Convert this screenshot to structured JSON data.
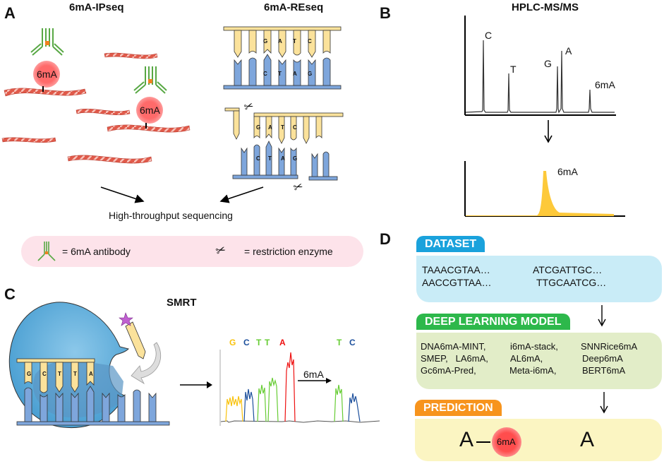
{
  "panels": {
    "A": {
      "letter": "A",
      "ipseq_title": "6mA-IPseq",
      "reseq_title": "6mA-REseq",
      "mark_label": "6mA",
      "reseq_top_bases": [
        "G",
        "A",
        "T",
        "C"
      ],
      "reseq_bottom_bases": [
        "C",
        "T",
        "A",
        "G"
      ],
      "sequencing_label": "High-throughput sequencing",
      "legend": {
        "antibody_label": "= 6mA antibody",
        "enzyme_label": "= restriction enzyme"
      }
    },
    "B": {
      "letter": "B",
      "title": "HPLC-MS/MS",
      "peaks": [
        "C",
        "T",
        "G",
        "A",
        "6mA"
      ],
      "result_peak_label": "6mA"
    },
    "C": {
      "letter": "C",
      "title": "SMRT",
      "template_bases": [
        "G",
        "C",
        "T",
        "T",
        "A"
      ],
      "trace_labels": [
        "G",
        "C",
        "T",
        "T",
        "A",
        "T",
        "C"
      ],
      "arrow_label": "6mA"
    },
    "D": {
      "letter": "D",
      "dataset": {
        "tab": "DATASET",
        "rows": [
          [
            "TAAACGTAA…",
            "ATCGATTGC…"
          ],
          [
            "AACCGTTAA…",
            "TTGCAATCG…"
          ]
        ]
      },
      "model": {
        "tab": "DEEP LEARNING MODEL",
        "rows": [
          [
            "DNA6mA-MINT,",
            "i6mA-stack,",
            "SNNRice6mA"
          ],
          [
            "SMEP,   LA6mA,",
            "AL6mA,",
            "Deep6mA"
          ],
          [
            "Gc6mA-Pred,",
            "Meta-i6mA,",
            "BERT6mA"
          ]
        ]
      },
      "prediction": {
        "tab": "PREDICTION",
        "left_base": "A",
        "mark": "6mA",
        "right_base": "A"
      }
    }
  },
  "colors": {
    "dataset": "#1aa2dc",
    "dataset_bg": "#c9ecf7",
    "model": "#2db84b",
    "model_bg": "#e2edc8",
    "prediction": "#f7941d",
    "prediction_bg": "#fbf5c2",
    "yellow_strand": "#fbe29b",
    "blue_strand": "#7ea6dc",
    "legend_bg": "#fde3ea",
    "hplc_peak": "#fdc93a",
    "trace_G": "#f9c20c",
    "trace_C": "#1c4f9c",
    "trace_T": "#66cc33",
    "trace_A": "#ee1111"
  }
}
